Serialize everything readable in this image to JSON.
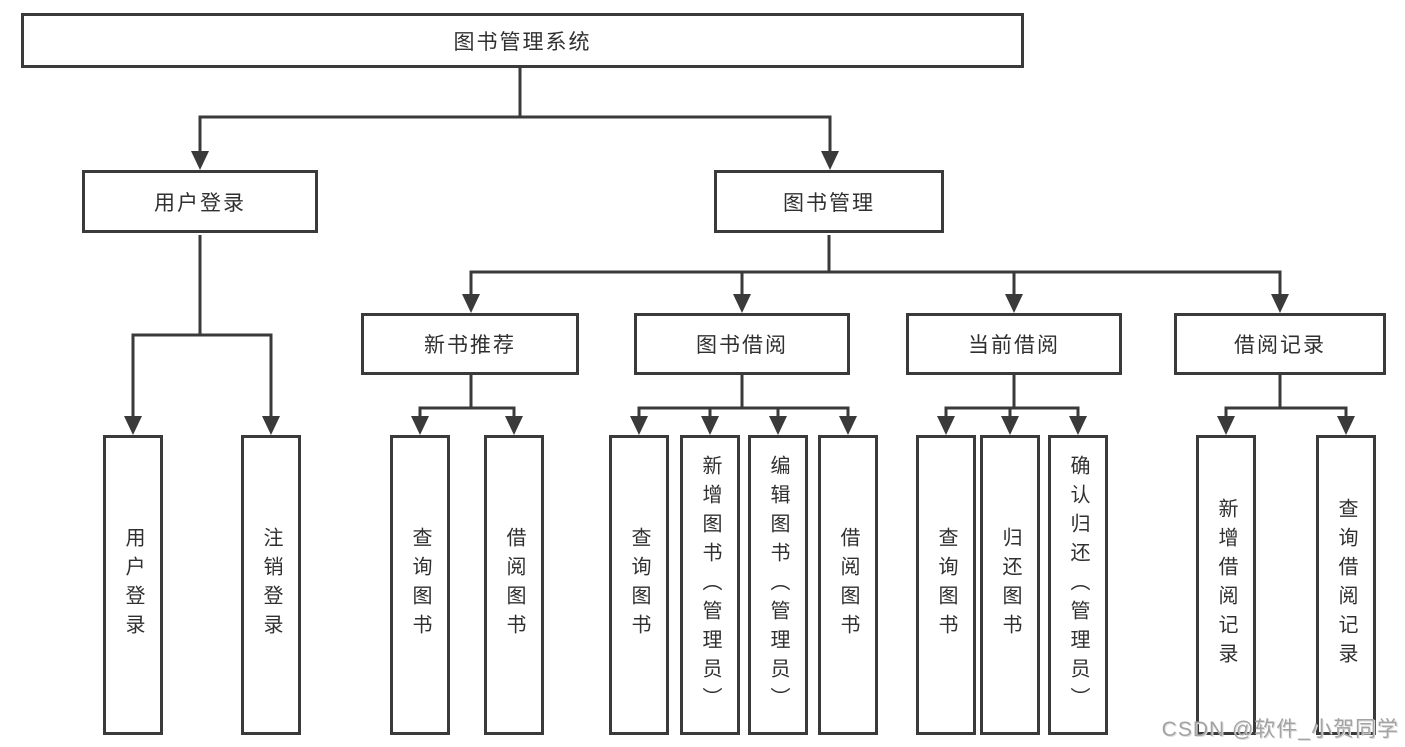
{
  "diagram": {
    "root": {
      "label": "图书管理系统"
    },
    "branches": [
      {
        "label": "用户登录",
        "children": [
          {
            "label": "用户登录"
          },
          {
            "label": "注销登录"
          }
        ]
      },
      {
        "label": "图书管理",
        "children": [
          {
            "label": "新书推荐",
            "children": [
              {
                "label": "查询图书"
              },
              {
                "label": "借阅图书"
              }
            ]
          },
          {
            "label": "图书借阅",
            "children": [
              {
                "label": "查询图书"
              },
              {
                "label": "新增图书（管理员）"
              },
              {
                "label": "编辑图书（管理员）"
              },
              {
                "label": "借阅图书"
              }
            ]
          },
          {
            "label": "当前借阅",
            "children": [
              {
                "label": "查询图书"
              },
              {
                "label": "归还图书"
              },
              {
                "label": "确认归还（管理员）"
              }
            ]
          },
          {
            "label": "借阅记录",
            "children": [
              {
                "label": "新增借阅记录"
              },
              {
                "label": "查询借阅记录"
              }
            ]
          }
        ]
      }
    ]
  },
  "watermark": {
    "text": "CSDN @软件_小贺同学"
  },
  "colors": {
    "line": "#3a3a3a",
    "text": "#303030",
    "watermark": "#a3a3a3",
    "background": "#ffffff"
  }
}
